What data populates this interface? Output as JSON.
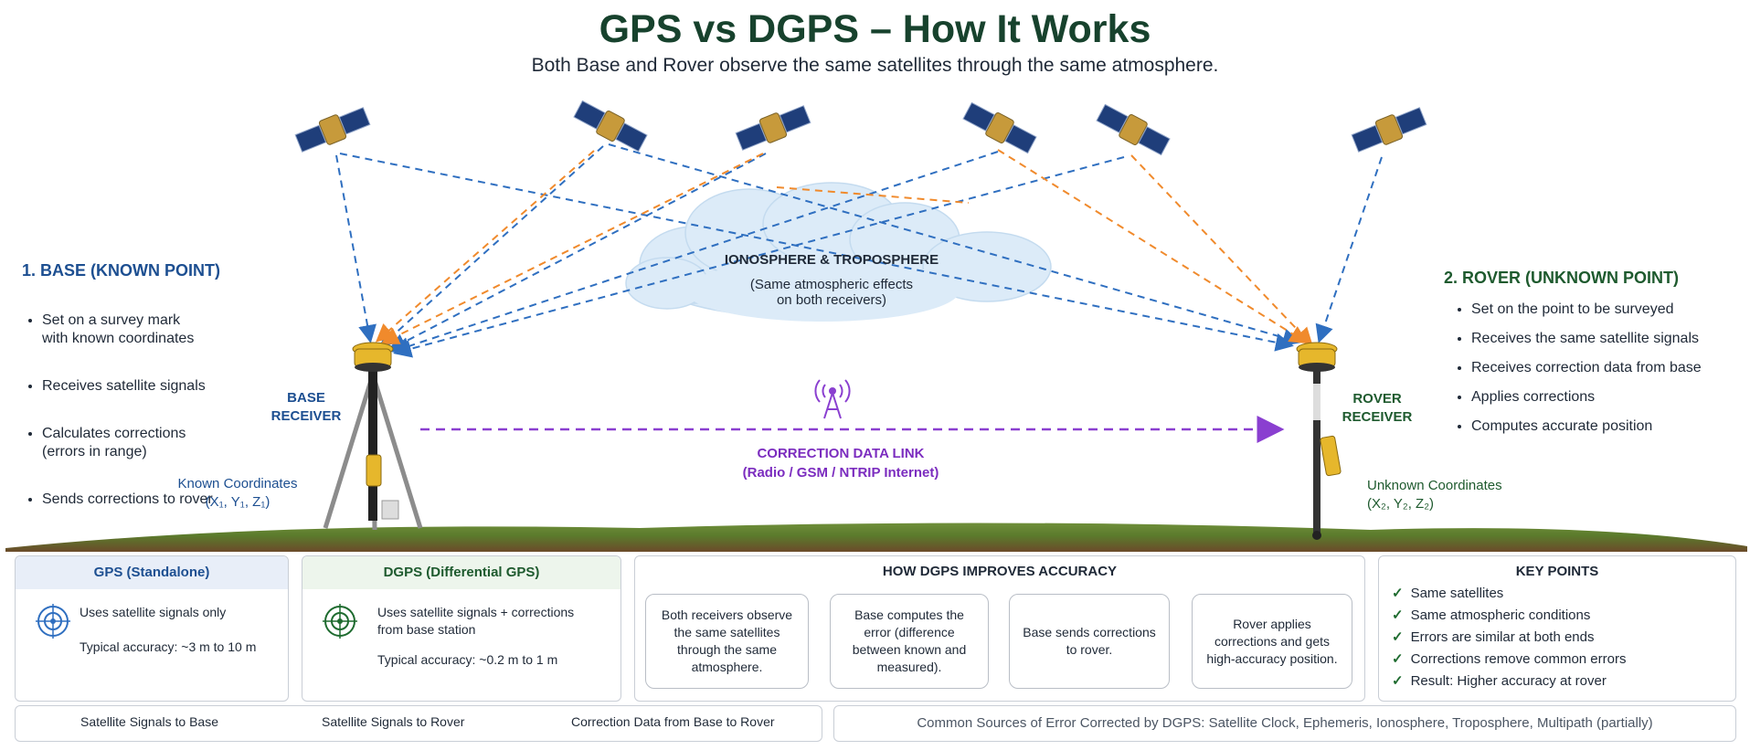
{
  "title": "GPS vs DGPS – How It Works",
  "subtitle": "Both Base and Rover observe the same satellites through the same atmosphere.",
  "atmosphere": {
    "title": "IONOSPHERE & TROPOSPHERE",
    "note_line1": "(Same atmospheric effects",
    "note_line2": "on both receivers)"
  },
  "base": {
    "heading": "1. BASE (KNOWN POINT)",
    "items": [
      "Set on a survey mark\nwith known coordinates",
      "Receives satellite signals",
      "Calculates corrections\n(errors in range)",
      "Sends corrections to rover"
    ],
    "receiver_label_1": "BASE",
    "receiver_label_2": "RECEIVER",
    "coords_label": "Known Coordinates",
    "coords_value": "(X₁, Y₁, Z₁)"
  },
  "rover": {
    "heading": "2. ROVER (UNKNOWN POINT)",
    "items": [
      "Set on the point to be surveyed",
      "Receives the same satellite signals",
      "Receives correction data from base",
      "Applies corrections",
      "Computes accurate position"
    ],
    "receiver_label_1": "ROVER",
    "receiver_label_2": "RECEIVER",
    "coords_label": "Unknown Coordinates",
    "coords_value": "(X₂, Y₂, Z₂)"
  },
  "link": {
    "title": "CORRECTION DATA LINK",
    "subtitle": "(Radio / GSM / NTRIP Internet)"
  },
  "gps_panel": {
    "title": "GPS (Standalone)",
    "line1": "Uses satellite signals only",
    "line2": "Typical accuracy: ~3 m to 10 m"
  },
  "dgps_panel": {
    "title": "DGPS (Differential GPS)",
    "line1": "Uses satellite signals + corrections",
    "line1b": "from base station",
    "line2": "Typical accuracy: ~0.2 m to 1 m"
  },
  "improve": {
    "title": "HOW DGPS IMPROVES ACCURACY",
    "steps": [
      "Both receivers observe the same satellites through the same atmosphere.",
      "Base computes the error (difference between known and measured).",
      "Base sends corrections to rover.",
      "Rover applies corrections and gets high-accuracy position."
    ]
  },
  "key_points": {
    "title": "KEY POINTS",
    "items": [
      "Same satellites",
      "Same atmospheric conditions",
      "Errors are similar at both ends",
      "Corrections remove common errors",
      "Result: Higher accuracy at rover"
    ]
  },
  "legend": {
    "items": [
      {
        "label": "Satellite Signals to Base",
        "color": "#2f6fc0"
      },
      {
        "label": "Satellite Signals to Rover",
        "color": "#f08a2c"
      },
      {
        "label": "Correction Data from Base to Rover",
        "color": "#8a3fd0"
      }
    ]
  },
  "error_sources": "Common Sources of Error Corrected by DGPS: Satellite Clock, Ephemeris, Ionosphere, Troposphere, Multipath (partially)",
  "colors": {
    "base_blue": "#2f6fc0",
    "rover_orange": "#f08a2c",
    "link_purple": "#8a3fd0",
    "title_green": "#17422d"
  },
  "icons": [
    "satellite-icon",
    "antenna-tower-icon",
    "target-icon",
    "check-icon",
    "arrow-right-icon"
  ]
}
